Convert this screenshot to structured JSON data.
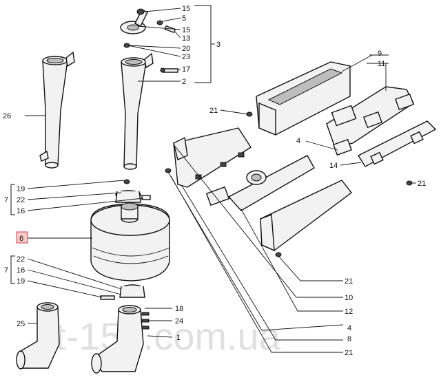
{
  "labels": {
    "l15a": "15",
    "l5": "5",
    "l15b": "15",
    "l13": "13",
    "l20": "20",
    "l23": "23",
    "l3": "3",
    "l17": "17",
    "l2": "2",
    "l9": "9",
    "l11": "11",
    "l26": "26",
    "l21a": "21",
    "l4a": "4",
    "l14": "14",
    "l21b": "21",
    "l19a": "19",
    "l7a": "7",
    "l22a": "22",
    "l16a": "16",
    "l6": "6",
    "l22b": "22",
    "l7b": "7",
    "l16b": "16",
    "l19b": "19",
    "l21c": "21",
    "l10": "10",
    "l12": "12",
    "l18": "18",
    "l24": "24",
    "l25": "25",
    "l1": "1",
    "l4b": "4",
    "l8": "8",
    "l21d": "21"
  },
  "watermark": "t-150.com.ua",
  "colors": {
    "highlight": "#f6c9c9",
    "highlight_border": "#d04040",
    "ink": "#111111"
  }
}
